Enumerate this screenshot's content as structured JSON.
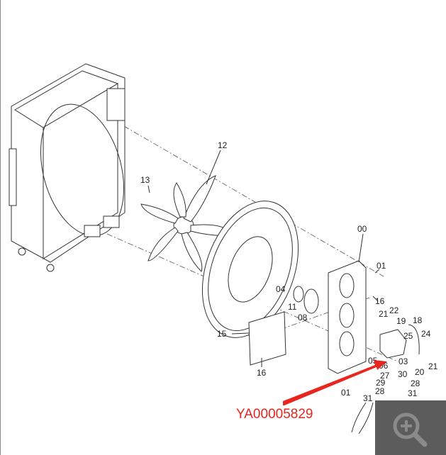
{
  "diagram": {
    "part_labels": [
      "12",
      "13",
      "00",
      "01",
      "04",
      "16",
      "11",
      "08",
      "21",
      "22",
      "19",
      "18",
      "25",
      "24",
      "15",
      "05",
      "06",
      "03",
      "21",
      "20",
      "27",
      "30",
      "29",
      "28",
      "28",
      "31",
      "31",
      "01",
      "16"
    ],
    "part_number": "YA00005829",
    "colors": {
      "annotation": "#e8261f",
      "overlay": "#5c5c5c"
    },
    "overlay_icon": "zoom-in-icon"
  }
}
